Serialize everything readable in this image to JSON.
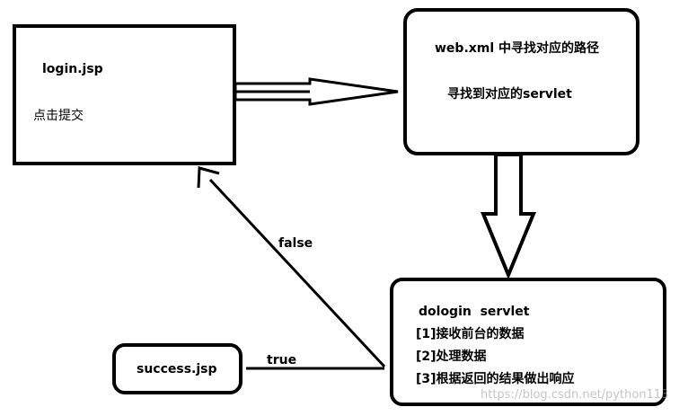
{
  "login_box": {
    "title": "login.jsp",
    "subtitle": "点击提交"
  },
  "webxml_box": {
    "line1": "web.xml 中寻找对应的路径",
    "line2": "寻找到对应的servlet"
  },
  "dologin_box": {
    "title": "dologin  servlet",
    "steps": [
      "[1]接收前台的数据",
      "[2]处理数据",
      "[3]根据返回的结果做出响应"
    ]
  },
  "success_box": {
    "title": "success.jsp"
  },
  "edges": {
    "false_label": "false",
    "true_label": "true"
  },
  "watermark": "https://blog.csdn.net/python113"
}
